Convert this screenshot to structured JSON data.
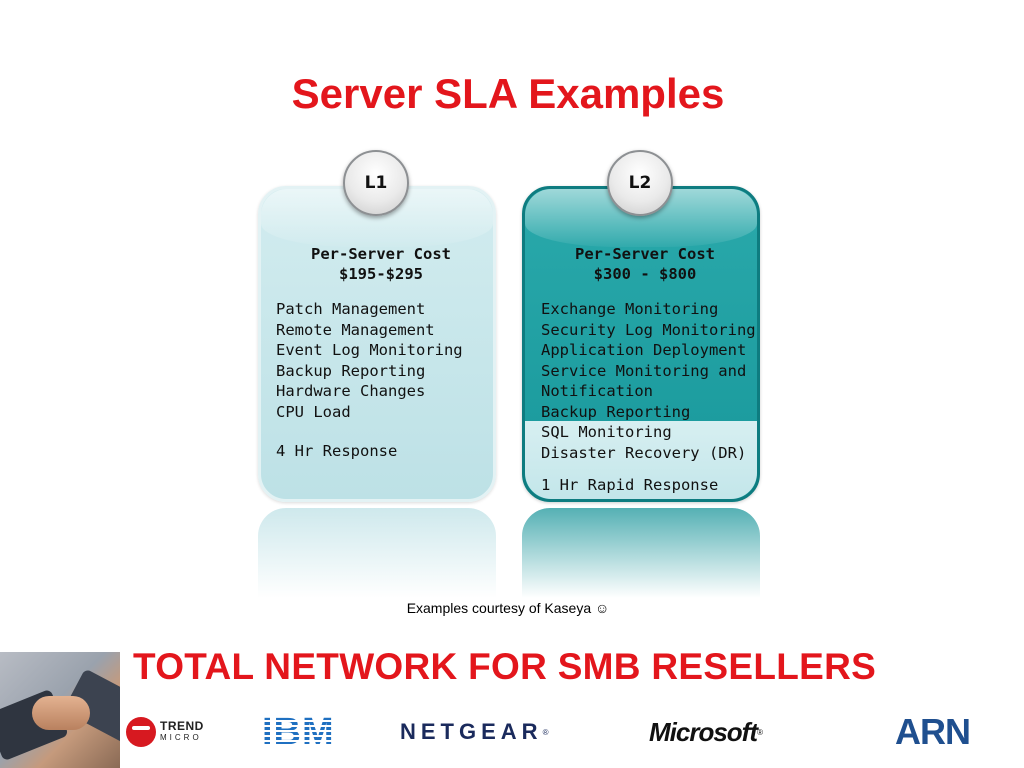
{
  "slide": {
    "title": "Server SLA Examples",
    "courtesy": "Examples courtesy of Kaseya ☺",
    "tagline": "TOTAL NETWORK FOR SMB RESELLERS"
  },
  "tiers": {
    "l1": {
      "label": "L1",
      "cost_heading": "Per-Server Cost",
      "cost_range": "$195-$295",
      "items": "Patch Management\nRemote Management\nEvent Log Monitoring\nBackup Reporting\nHardware Changes\nCPU Load",
      "response": "4 Hr Response"
    },
    "l2": {
      "label": "L2",
      "cost_heading": "Per-Server Cost",
      "cost_range": "$300 - $800",
      "items": "Exchange Monitoring\nSecurity Log Monitoring\nApplication Deployment\nService Monitoring and\nNotification\nBackup Reporting\nSQL Monitoring\nDisaster Recovery (DR)",
      "response": "1 Hr Rapid Response"
    }
  },
  "logos": {
    "trend_line1": "TREND",
    "trend_line2": "MICRO",
    "ibm": "IBM",
    "netgear": "NETGEAR",
    "microsoft": "Microsoft",
    "arn": "ARN"
  },
  "colors": {
    "title": "#e3161c",
    "l1_card": "#bde1e6",
    "l2_card": "#18989b"
  },
  "icons": {
    "handshake": "handshake-photo",
    "trend_micro": "trend-micro-logo",
    "ibm": "ibm-logo",
    "netgear": "netgear-logo",
    "microsoft": "microsoft-logo",
    "arn": "arn-logo"
  }
}
